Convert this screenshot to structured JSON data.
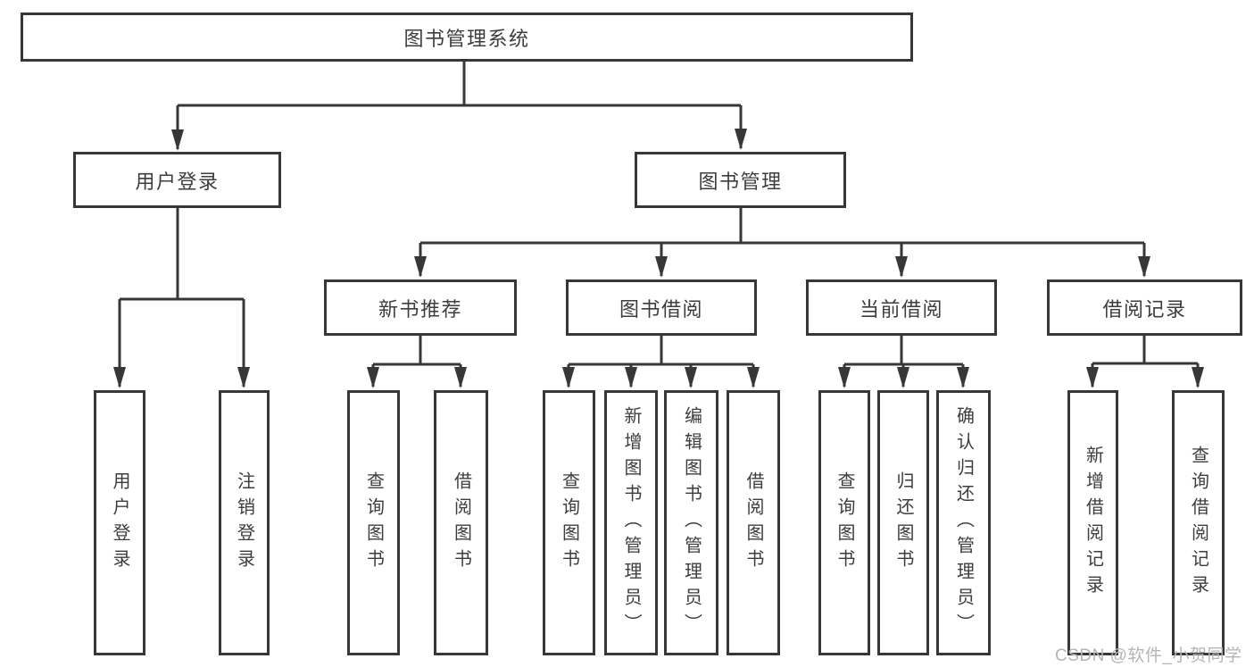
{
  "diagram": {
    "root": {
      "label": "图书管理系统"
    },
    "branches": {
      "user_login": {
        "label": "用户登录",
        "children": {
          "login": {
            "label": "用户登录"
          },
          "logout": {
            "label": "注销登录"
          }
        }
      },
      "book_management": {
        "label": "图书管理",
        "children": {
          "new_book_recommend": {
            "label": "新书推荐",
            "children": {
              "query_book": {
                "label": "查询图书"
              },
              "borrow_book": {
                "label": "借阅图书"
              }
            }
          },
          "book_borrow": {
            "label": "图书借阅",
            "children": {
              "query_book": {
                "label": "查询图书"
              },
              "add_book": {
                "label": "新增图书（管理员）"
              },
              "edit_book": {
                "label": "编辑图书（管理员）"
              },
              "borrow_book": {
                "label": "借阅图书"
              }
            }
          },
          "current_borrow": {
            "label": "当前借阅",
            "children": {
              "query_book": {
                "label": "查询图书"
              },
              "return_book": {
                "label": "归还图书"
              },
              "confirm_return": {
                "label": "确认归还（管理员）"
              }
            }
          },
          "borrow_records": {
            "label": "借阅记录",
            "children": {
              "add_record": {
                "label": "新增借阅记录"
              },
              "query_record": {
                "label": "查询借阅记录"
              }
            }
          }
        }
      }
    }
  },
  "watermark": {
    "text": "CSDN @软件_小贺同学"
  },
  "colors": {
    "line": "#373737",
    "text": "#3d3d3d",
    "watermark": "#b5b5b5",
    "background": "#ffffff"
  }
}
